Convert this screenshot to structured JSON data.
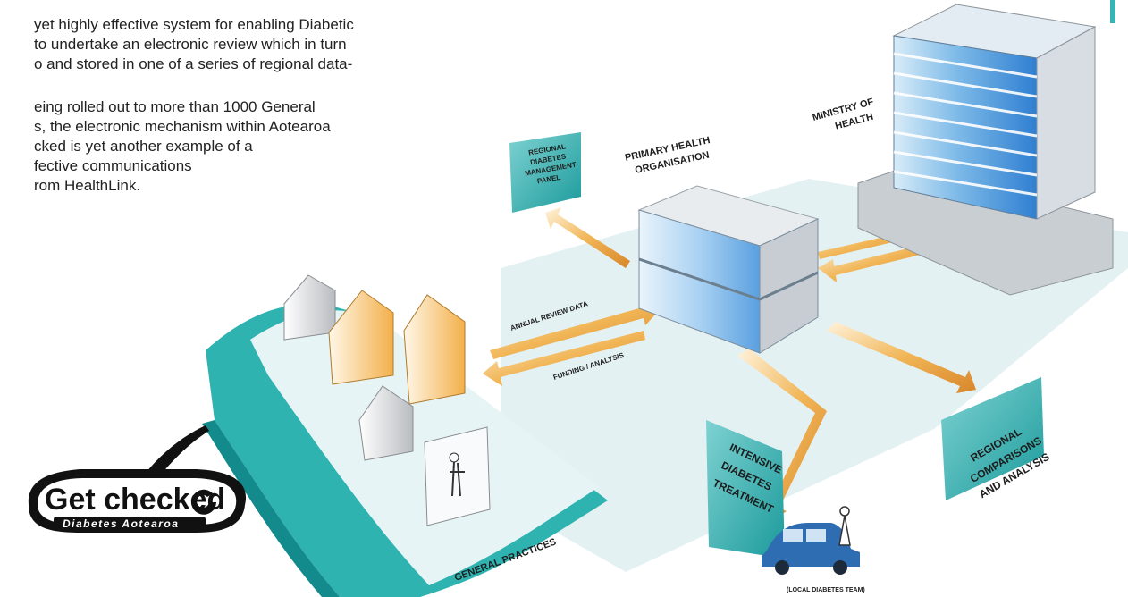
{
  "text": {
    "lines": [
      "yet highly effective system for enabling Diabetic",
      "to undertake an electronic review which in turn",
      "o and stored in one of a series of regional data-",
      "eing  rolled  out  to  more  than  1000  General",
      "s,  the  electronic  mechanism  within  Aotearoa",
      "cked is yet another example of a",
      "fective communications",
      "rom HealthLink."
    ]
  },
  "diagram": {
    "ministry": "MINISTRY OF HEALTH",
    "ministry_line1": "MINISTRY OF",
    "ministry_line2": "HEALTH",
    "pho_line1": "PRIMARY HEALTH",
    "pho_line2": "ORGANISATION",
    "regional_panel": [
      "REGIONAL",
      "DIABETES",
      "MANAGEMENT",
      "PANEL"
    ],
    "annual_review": "ANNUAL REVIEW DATA",
    "funding": "FUNDING / ANALYSIS",
    "intensive": [
      "INTENSIVE",
      "DIABETES",
      "TREATMENT"
    ],
    "regional_comparisons": [
      "REGIONAL",
      "COMPARISONS",
      "AND ANALYSIS"
    ],
    "general_practices": "GENERAL PRACTICES",
    "local_team": "(LOCAL DIABETES TEAM)"
  },
  "logo": {
    "title": "Get checked",
    "subtitle": "Diabetes Aotearoa"
  },
  "colors": {
    "teal": "#2fb3b0",
    "dark_teal": "#138b8c",
    "light_teal": "#cfe9ea",
    "arrow_orange": "#e9a13a",
    "building_blue": "#3b8fd8",
    "car_blue": "#2f6db3"
  }
}
